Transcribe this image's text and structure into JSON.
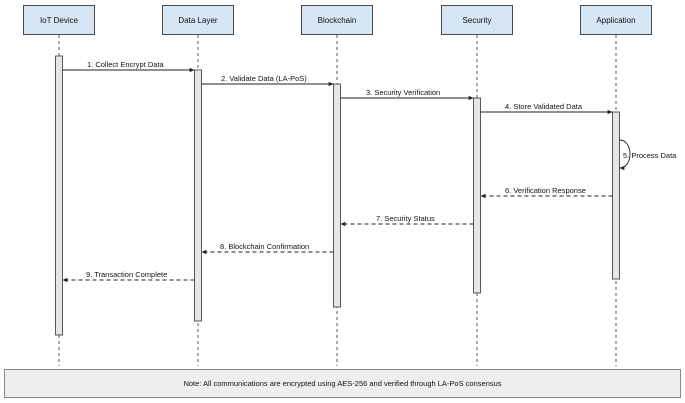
{
  "participants": [
    "IoT Device",
    "Data Layer",
    "Blockchain",
    "Security",
    "Application"
  ],
  "messages": [
    {
      "label": "1. Collect Encrypt Data",
      "from": 0,
      "to": 1,
      "style": "solid"
    },
    {
      "label": "2. Validate Data (LA-PoS)",
      "from": 1,
      "to": 2,
      "style": "solid"
    },
    {
      "label": "3. Security Verification",
      "from": 2,
      "to": 3,
      "style": "solid"
    },
    {
      "label": "4. Store Validated Data",
      "from": 3,
      "to": 4,
      "style": "solid"
    },
    {
      "label": "5. Process Data",
      "from": 4,
      "to": 4,
      "style": "self"
    },
    {
      "label": "6. Verification Response",
      "from": 4,
      "to": 3,
      "style": "dashed"
    },
    {
      "label": "7. Security Status",
      "from": 3,
      "to": 2,
      "style": "dashed"
    },
    {
      "label": "8. Blockchain Confirmation",
      "from": 2,
      "to": 1,
      "style": "dashed"
    },
    {
      "label": "9. Transaction Complete",
      "from": 1,
      "to": 0,
      "style": "dashed"
    }
  ],
  "note": "Note: All communications are encrypted using AES-256 and verified through LA-PoS consensus"
}
